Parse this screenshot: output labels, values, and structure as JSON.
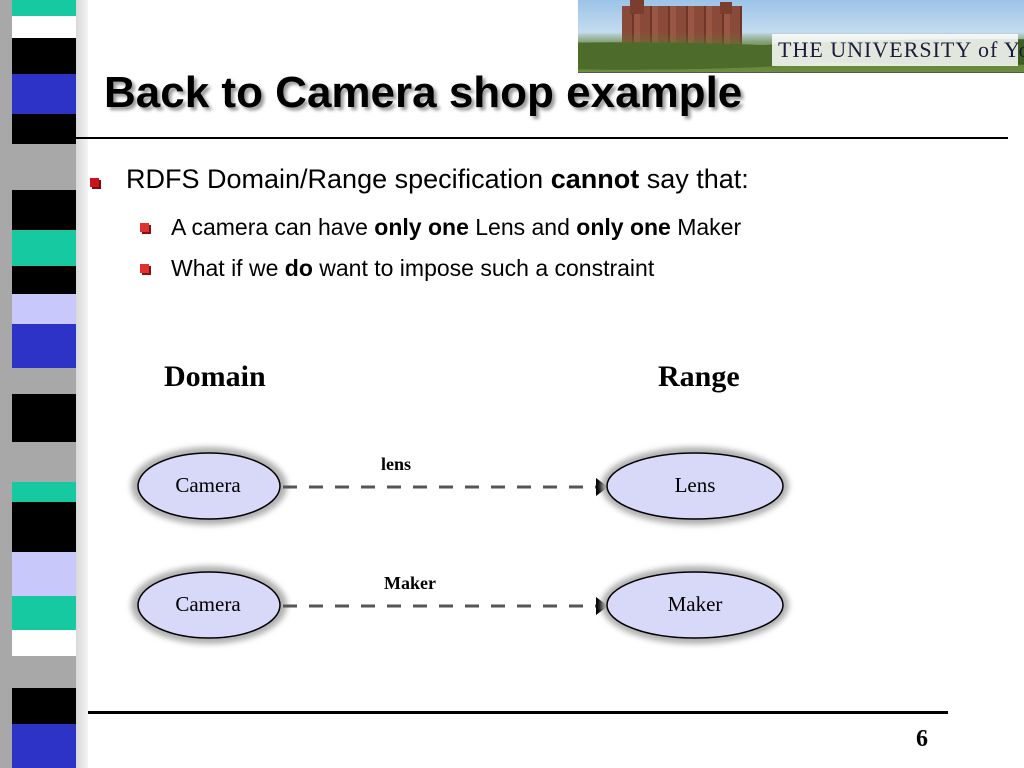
{
  "slide": {
    "title": "Back to Camera shop example",
    "page_number": "6"
  },
  "banner": {
    "wordmark": "THE UNIVERSITY of York",
    "colors": {
      "sky": "#9cc3e8",
      "brick": "#8a4a3a",
      "grass": "#6f8e45"
    }
  },
  "bullets": {
    "main": {
      "pre": "RDFS Domain/Range specification ",
      "bold": "cannot",
      "post": " say that:"
    },
    "sub1": {
      "pre": "A camera can have ",
      "bold1": "only one",
      "mid": " Lens and ",
      "bold2": "only one",
      "post": " Maker"
    },
    "sub2": {
      "pre": "What if we ",
      "bold": "do",
      "post": " want to impose such a constraint"
    }
  },
  "diagram": {
    "domain_heading": "Domain",
    "range_heading": "Range",
    "rows": [
      {
        "domain": "Camera",
        "property": "lens",
        "range": "Lens"
      },
      {
        "domain": "Camera",
        "property": "Maker",
        "range": "Maker"
      }
    ],
    "node_fill": "#d8d8f8"
  },
  "colors": {
    "accent_bullet": "#c9141b",
    "strip": [
      "#000000",
      "#2e33c8",
      "#a8a8a8",
      "#16c9a0",
      "#c8c8fa",
      "#ffffff"
    ]
  }
}
